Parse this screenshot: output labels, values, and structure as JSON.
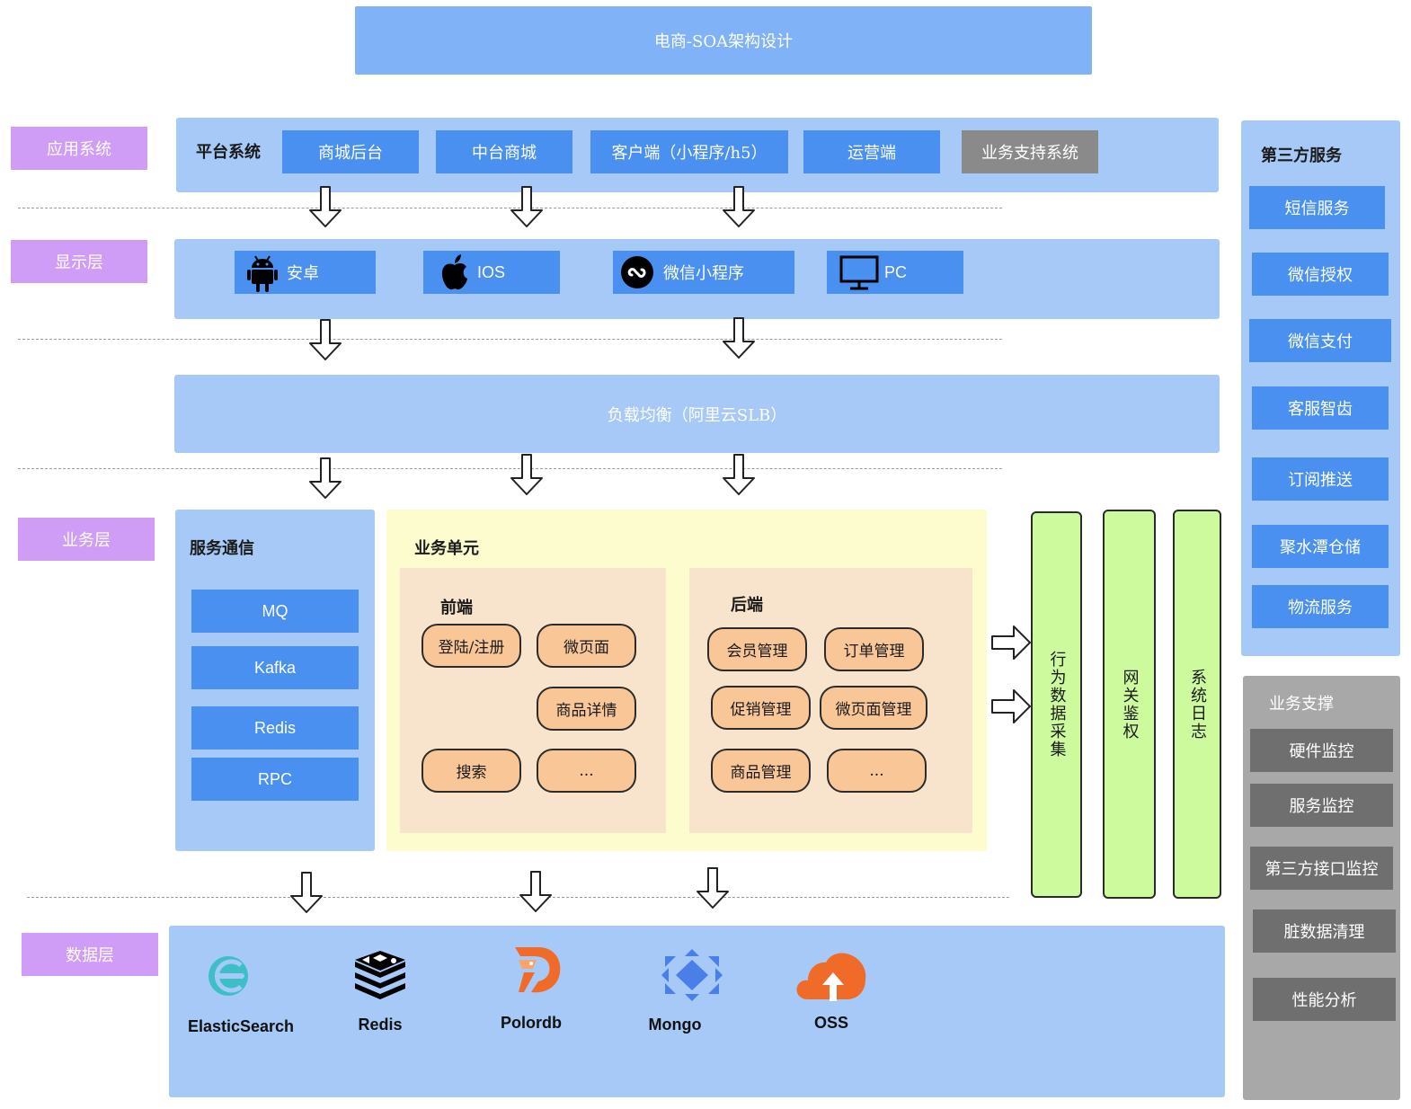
{
  "title": "电商-SOA架构设计",
  "layers": {
    "app": "应用系统",
    "display": "显示层",
    "business": "业务层",
    "data": "数据层"
  },
  "platform": {
    "label": "平台系统",
    "items": [
      "商城后台",
      "中台商城",
      "客户端（小程序/h5）",
      "运营端",
      "业务支持系统"
    ]
  },
  "display": {
    "items": [
      {
        "icon": "android-icon",
        "label": "安卓"
      },
      {
        "icon": "apple-icon",
        "label": "IOS"
      },
      {
        "icon": "wechat-miniprogram-icon",
        "label": "微信小程序"
      },
      {
        "icon": "monitor-icon",
        "label": "PC"
      }
    ]
  },
  "load_balancer": "负载均衡（阿里云SLB）",
  "service_comm": {
    "label": "服务通信",
    "items": [
      "MQ",
      "Kafka",
      "Redis",
      "RPC"
    ]
  },
  "business_unit": {
    "label": "业务单元",
    "frontend": {
      "label": "前端",
      "items": [
        "登陆/注册",
        "微页面",
        "商品详情",
        "搜索",
        "..."
      ]
    },
    "backend": {
      "label": "后端",
      "items": [
        "会员管理",
        "订单管理",
        "促销管理",
        "微页面管理",
        "商品管理",
        "..."
      ]
    }
  },
  "vertical_bars": [
    "行为数据采集",
    "网关鉴权",
    "系统日志"
  ],
  "data_layer": {
    "items": [
      {
        "icon": "elasticsearch-icon",
        "label": "ElasticSearch"
      },
      {
        "icon": "redis-icon",
        "label": "Redis"
      },
      {
        "icon": "polordb-icon",
        "label": "Polordb"
      },
      {
        "icon": "mongo-icon",
        "label": "Mongo"
      },
      {
        "icon": "oss-icon",
        "label": "OSS"
      }
    ]
  },
  "third_party": {
    "label": "第三方服务",
    "items": [
      "短信服务",
      "微信授权",
      "微信支付",
      "客服智齿",
      "订阅推送",
      "聚水潭仓储",
      "物流服务"
    ]
  },
  "biz_support": {
    "label": "业务支撑",
    "items": [
      "硬件监控",
      "服务监控",
      "第三方接口监控",
      "脏数据清理",
      "性能分析"
    ]
  },
  "colors": {
    "title_bg": "#7fb2f7",
    "layer_tag": "#cf9cf6",
    "panel": "#a6c9f8",
    "button": "#4a90f0",
    "gray_button": "#8a8a8a",
    "business_unit_bg": "#fdfccf",
    "sub_panel_bg": "#f8e4cc",
    "pill": "#f9c797",
    "vertical_bar": "#cdfa9d",
    "support_panel": "#a8a8a8"
  }
}
